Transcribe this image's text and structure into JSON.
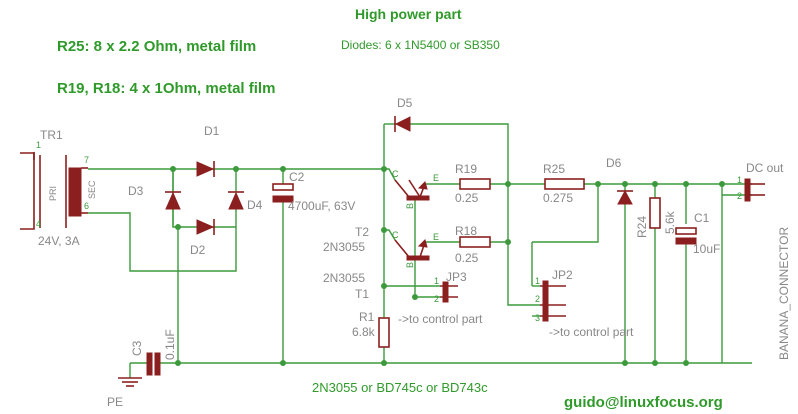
{
  "notes": {
    "title": "High power part",
    "r25": "R25: 8 x 2.2 Ohm, metal film",
    "r19r18": "R19, R18: 4 x 1Ohm, metal film",
    "diodes": "Diodes: 6 x 1N5400 or SB350",
    "transistors": "2N3055 or BD745c or BD743c",
    "email": "guido@linuxfocus.org"
  },
  "labels": {
    "tr1": "TR1",
    "tr1_value": "24V, 3A",
    "tr1_pri": "PRI",
    "tr1_sec": "SEC",
    "d1": "D1",
    "d2": "D2",
    "d3": "D3",
    "d4": "D4",
    "d5": "D5",
    "d6": "D6",
    "c2": "C2",
    "c2_value": "4700uF, 63V",
    "c3": "C3",
    "c3_value": "0.1uF",
    "c1": "C1",
    "c1_value": "10uF",
    "t2": "T2",
    "t2_type": "2N3055",
    "t1_type": "2N3055",
    "t1": "T1",
    "r19": "R19",
    "r19_value": "0.25",
    "r18": "R18",
    "r18_value": "0.25",
    "r25": "R25",
    "r25_value": "0.275",
    "r1": "R1",
    "r1_value": "6.8k",
    "r24": "R24",
    "r24_value": "5.6k",
    "jp3": "JP3",
    "jp3_note": "->to control part",
    "jp2": "JP2",
    "jp2_note": "->to control part",
    "dc_out": "DC out",
    "banana": "BANANA_CONNECTOR",
    "pe": "PE",
    "pin_c": "C",
    "pin_e": "E",
    "pin_b": "B",
    "pin1": "1",
    "pin2": "2",
    "pin3": "3",
    "pin4": "4",
    "pin6": "6",
    "pin7": "7"
  },
  "colors": {
    "wire": "#3c9a3c",
    "part": "#8b1f1f",
    "text_green": "#2f9a2a",
    "text_grey": "#888888"
  }
}
